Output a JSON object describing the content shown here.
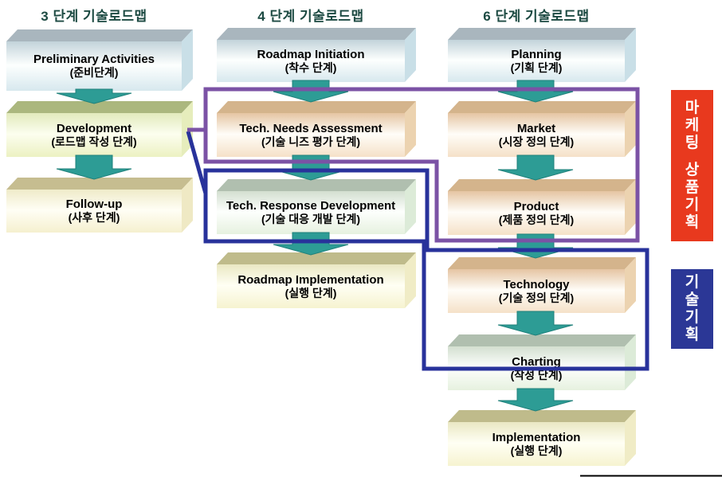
{
  "columns": [
    {
      "title": "3 단계 기술로드맵",
      "boxes": [
        {
          "title": "Preliminary Activities",
          "subtitle": "(준비단계)"
        },
        {
          "title": "Development",
          "subtitle": "(로드맵 작성 단계)"
        },
        {
          "title": "Follow-up",
          "subtitle": "(사후 단계)"
        }
      ]
    },
    {
      "title": "4 단계 기술로드맵",
      "boxes": [
        {
          "title": "Roadmap Initiation",
          "subtitle": "(착수 단계)"
        },
        {
          "title": "Tech. Needs Assessment",
          "subtitle": "(기술 니즈 평가 단계)"
        },
        {
          "title": "Tech. Response Development",
          "subtitle": "(기술 대응 개발 단계)"
        },
        {
          "title": "Roadmap Implementation",
          "subtitle": "(실행 단계)"
        }
      ]
    },
    {
      "title": "6 단계 기술로드맵",
      "boxes": [
        {
          "title": "Planning",
          "subtitle": "(기획 단계)"
        },
        {
          "title": "Market",
          "subtitle": "(시장 정의 단계)"
        },
        {
          "title": "Product",
          "subtitle": "(제품 정의 단계)"
        },
        {
          "title": "Technology",
          "subtitle": "(기술 정의 단계)"
        },
        {
          "title": "Charting",
          "subtitle": "(작성 단계)"
        },
        {
          "title": "Implementation",
          "subtitle": "(실행 단계)"
        }
      ]
    }
  ],
  "side_labels": [
    {
      "text": "마케팅 상품기획",
      "group1": "마케팅",
      "group2": "상품기획",
      "bg": "#e8391e"
    },
    {
      "text": "기술기획",
      "group1": "기술기획",
      "group2": "",
      "bg": "#2b3796"
    }
  ],
  "colors": {
    "arrow": "#2d9c95",
    "purple_group_outline": "#7b52a5",
    "navy_group_outline": "#28329b",
    "title_text": "#1c4a42",
    "marketing_label_bg": "#e8391e",
    "tech_label_bg": "#2b3796"
  }
}
